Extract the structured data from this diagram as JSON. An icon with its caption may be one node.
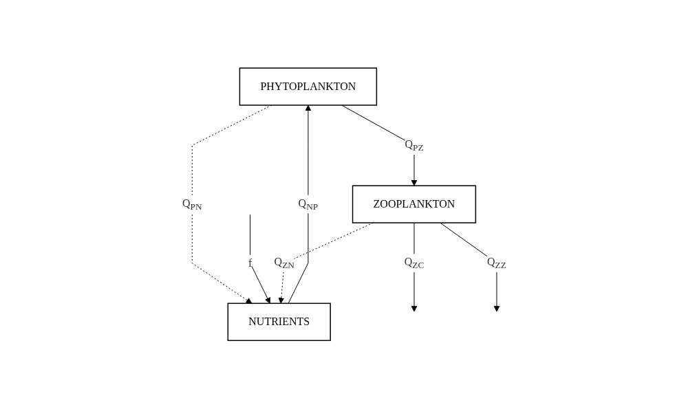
{
  "diagram": {
    "nodes": [
      {
        "text": [
          "PHYTOPLANKTON"
        ]
      },
      {
        "text": [
          "NUTRIENTS"
        ]
      },
      {
        "text": [
          "ZOOPLANKTON"
        ]
      }
    ],
    "edges": [
      {
        "from": 1,
        "to": 0,
        "arrow": "to",
        "label": "Q$_{NP}$"
      },
      {
        "from": 0,
        "to": 1,
        "arrow": "to",
        "label": "Q$_{PN}$",
        "style": "dashed"
      },
      {
        "from": null,
        "to": 1,
        "arrow": "to",
        "label": "f"
      },
      {
        "from": 0,
        "to": 2,
        "arrow": "to",
        "label": "Q$_{PZ}$"
      },
      {
        "from": 2,
        "to": 1,
        "arrow": "to",
        "label": "Q$_{ZN}$",
        "style": "dashed"
      },
      {
        "from": 2,
        "to": null,
        "arrow": "to",
        "label": "Q$_{ZC}$"
      },
      {
        "from": 2,
        "to": null,
        "arrow": "to",
        "label": "Q$_{ZZ}$"
      }
    ]
  }
}
